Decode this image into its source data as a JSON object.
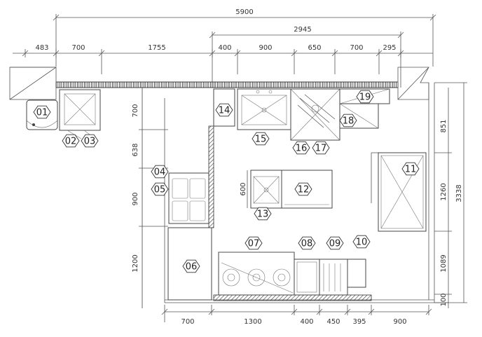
{
  "dimensions": {
    "overall_width": "5900",
    "top_row": [
      "483",
      "700",
      "1755",
      "400",
      "900",
      "650",
      "700",
      "295"
    ],
    "sub_total": "2945",
    "bottom_row": [
      "700",
      "1300",
      "400",
      "450",
      "395",
      "900"
    ],
    "left_col": [
      "700",
      "638",
      "900",
      "1200"
    ],
    "right_col": [
      "851",
      "1260",
      "1089",
      "100"
    ],
    "right_total": "3338",
    "island_depth": "600"
  },
  "equipment_tags": [
    "01",
    "02",
    "03",
    "04",
    "05",
    "06",
    "07",
    "08",
    "09",
    "10",
    "11",
    "12",
    "13",
    "14",
    "15",
    "16",
    "17",
    "18",
    "19"
  ]
}
